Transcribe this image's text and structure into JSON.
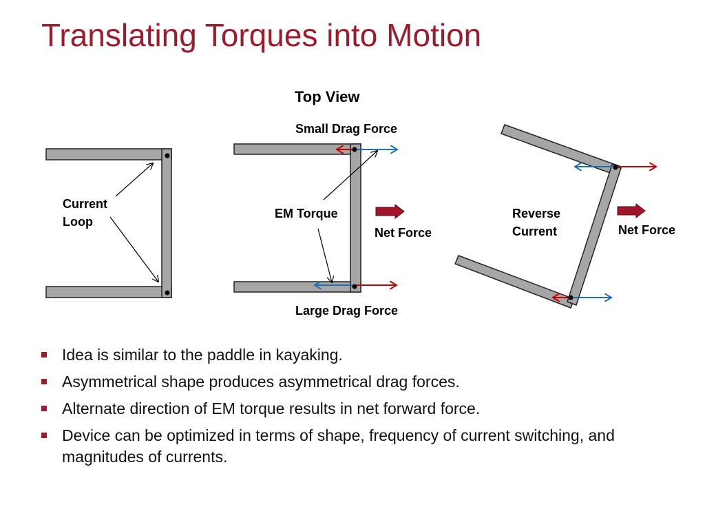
{
  "slide": {
    "title": "Translating Torques into Motion",
    "accent_color": "#9b1c2c"
  },
  "diagram": {
    "view_label": "Top View",
    "left_panel": {
      "label_line1": "Current",
      "label_line2": "Loop"
    },
    "middle_panel": {
      "top_label": "Small Drag Force",
      "bottom_label": "Large Drag Force",
      "torque_label": "EM Torque",
      "net_force_label": "Net Force"
    },
    "right_panel": {
      "label_line1": "Reverse",
      "label_line2": "Current",
      "net_force_label": "Net Force"
    },
    "colors": {
      "loop_fill": "#a6a6a6",
      "drag_arrow": "#c00000",
      "motion_arrow": "#1f6fb5",
      "net_force_arrow": "#a0152a"
    }
  },
  "bullets": [
    "Idea is similar to the paddle in kayaking.",
    "Asymmetrical shape produces asymmetrical drag forces.",
    "Alternate direction of EM torque results in net forward force.",
    "Device can be optimized in terms of shape, frequency of current switching, and magnitudes of currents."
  ]
}
